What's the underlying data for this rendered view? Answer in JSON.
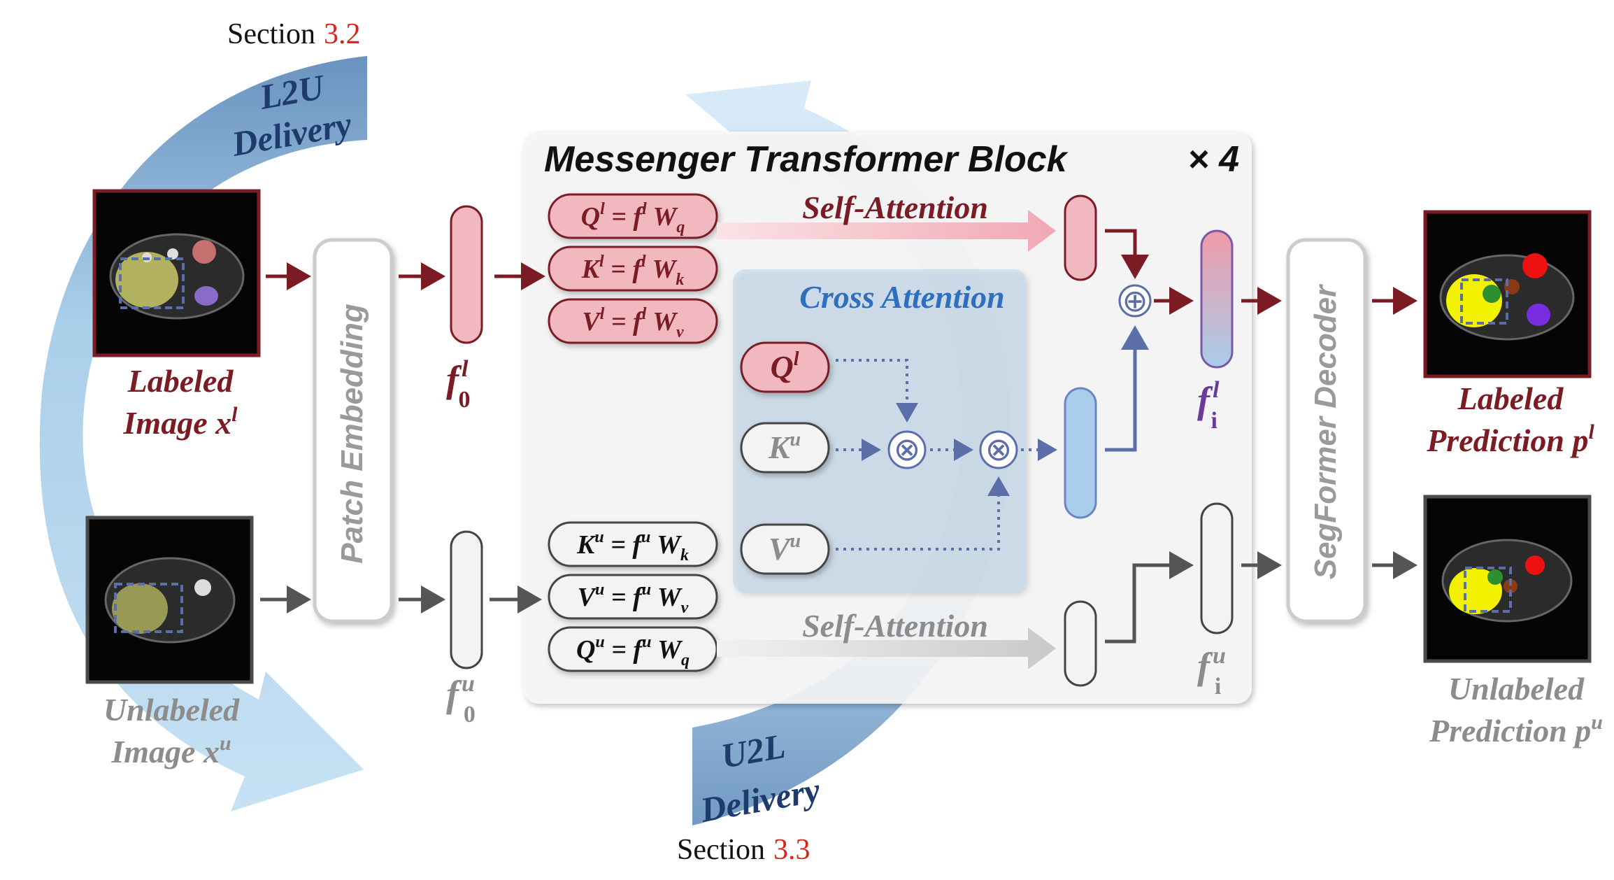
{
  "sections": {
    "top": {
      "prefix": "Section",
      "number": "3.2"
    },
    "bottom": {
      "prefix": "Section",
      "number": "3.3"
    }
  },
  "deliveries": {
    "l2u": [
      "L2U",
      "Delivery"
    ],
    "u2l": [
      "U2L",
      "Delivery"
    ]
  },
  "block": {
    "title": "Messenger Transformer Block",
    "repeat": "× 4"
  },
  "cross_attention": {
    "title": "Cross Attention",
    "q": "Q",
    "q_sup": "l",
    "k": "K",
    "k_sup": "u",
    "v": "V",
    "v_sup": "u"
  },
  "self_attention": {
    "top": "Self-Attention",
    "bottom": "Self-Attention"
  },
  "labeled_eqs": [
    {
      "lhs": "Q",
      "sup": "l",
      "rhs": "f",
      "rsup": "l",
      "w": "W",
      "wsub": "q"
    },
    {
      "lhs": "K",
      "sup": "l",
      "rhs": "f",
      "rsup": "l",
      "w": "W",
      "wsub": "k"
    },
    {
      "lhs": "V",
      "sup": "l",
      "rhs": "f",
      "rsup": "l",
      "w": "W",
      "wsub": "v"
    }
  ],
  "unlabeled_eqs": [
    {
      "lhs": "K",
      "sup": "u",
      "rhs": "f",
      "rsup": "u",
      "w": "W",
      "wsub": "k"
    },
    {
      "lhs": "V",
      "sup": "u",
      "rhs": "f",
      "rsup": "u",
      "w": "W",
      "wsub": "v"
    },
    {
      "lhs": "Q",
      "sup": "u",
      "rhs": "f",
      "rsup": "u",
      "w": "W",
      "wsub": "q"
    }
  ],
  "modules": {
    "patch_embedding": "Patch Embedding",
    "decoder": "SegFormer Decoder"
  },
  "features": {
    "f0l": {
      "base": "f",
      "sup": "l",
      "sub": "0"
    },
    "f0u": {
      "base": "f",
      "sup": "u",
      "sub": "0"
    },
    "fil": {
      "base": "f",
      "sup": "l",
      "sub": "i"
    },
    "fiu": {
      "base": "f",
      "sup": "u",
      "sub": "i"
    }
  },
  "images": {
    "labeled_in": {
      "line1": "Labeled",
      "line2": "Image",
      "var": "x",
      "sup": "l"
    },
    "unlabeled_in": {
      "line1": "Unlabeled",
      "line2": "Image",
      "var": "x",
      "sup": "u"
    },
    "labeled_out": {
      "line1": "Labeled",
      "line2": "Prediction",
      "var": "p",
      "sup": "l"
    },
    "unlabeled_out": {
      "line1": "Unlabeled",
      "line2": "Prediction",
      "var": "p",
      "sup": "u"
    }
  },
  "operators": {
    "sum": "⊕",
    "mul1": "⊗",
    "mul2": "⊗"
  },
  "colors": {
    "labeled": "#7b1c25",
    "unlabeled": "#8c8c8c",
    "cross_blue": "#2f6fc0",
    "navy": "#1f3b6e",
    "section_red": "#d9261c",
    "pink_fill": "#f2b8c0",
    "blue_fill": "#a9cdea"
  }
}
